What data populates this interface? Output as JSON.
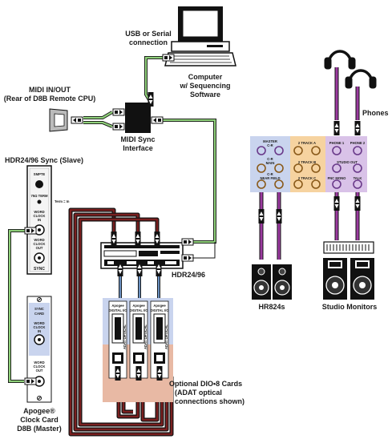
{
  "labels": {
    "usb_serial_1": "USB or Serial",
    "usb_serial_2": "connection",
    "computer_1": "Computer",
    "computer_2": "w/ Sequencing",
    "computer_3": "Software",
    "midi_inout_1": "MIDI IN/OUT",
    "midi_inout_2": "(Rear of D8B Remote CPU)",
    "midi_sync_1": "MIDI Sync",
    "midi_sync_2": "Interface",
    "hdr_sync": "HDR24/96 Sync (Slave)",
    "hdr": "HDR24/96",
    "hr824s": "HR824s",
    "studio_monitors": "Studio Monitors",
    "phones": "Phones",
    "optional_1": "Optional DIO•8 Cards",
    "optional_2": "(ADAT optical",
    "optional_3": "connections shown)",
    "apogee_1": "Apogee®",
    "apogee_2": "Clock Card",
    "apogee_3": "D8B (Master)",
    "term_in": "Term = In"
  },
  "sync_panel": {
    "smpte": "SMPTE",
    "term": "75Ω TERM",
    "wc_in_1": "WORD",
    "wc_in_2": "CLOCK",
    "wc_in_3": "IN",
    "wc_out_1": "WORD",
    "wc_out_2": "CLOCK",
    "wc_out_3": "OUT",
    "sync": "SYNC"
  },
  "apogee_card": {
    "sync_card_1": "SYNC",
    "sync_card_2": "CARD",
    "wc_in_1": "WORD",
    "wc_in_2": "CLOCK",
    "wc_in_3": "IN",
    "wc_out_1": "WORD",
    "wc_out_2": "CLOCK",
    "wc_out_3": "OUT"
  },
  "patchbay": {
    "master_cr": "MASTER",
    "master_cr2": "C-R",
    "cr_main_1": "C-R",
    "cr_main_2": "MAIN",
    "cr_near_1": "C-R",
    "cr_near_2": "NEAR FIELD",
    "track_a": "2 TRACK A",
    "track_b": "2 TRACK B",
    "track_c": "2 TRACK C",
    "phone_1": "PHONE 1",
    "phone_2": "PHONE 2",
    "studio_out": "STUDIO OUT",
    "fnc_mono": "FNC MONO",
    "talk": "TALK"
  },
  "dio_card": {
    "brand": "Apogee",
    "digital_io": "DIGITAL I/O",
    "optical": "ADAT OPTICAL"
  },
  "colors": {
    "green_cable": "#8fd07a",
    "red_cable": "#7a1f1f",
    "purple_cable": "#9b3aa0",
    "blue_cable": "#6a8fbf",
    "panel_blue": "#c9d4ee",
    "panel_orange": "#f6d3a0",
    "panel_lavender": "#d9c2e8",
    "dio_salmon": "#e8b9a4"
  }
}
